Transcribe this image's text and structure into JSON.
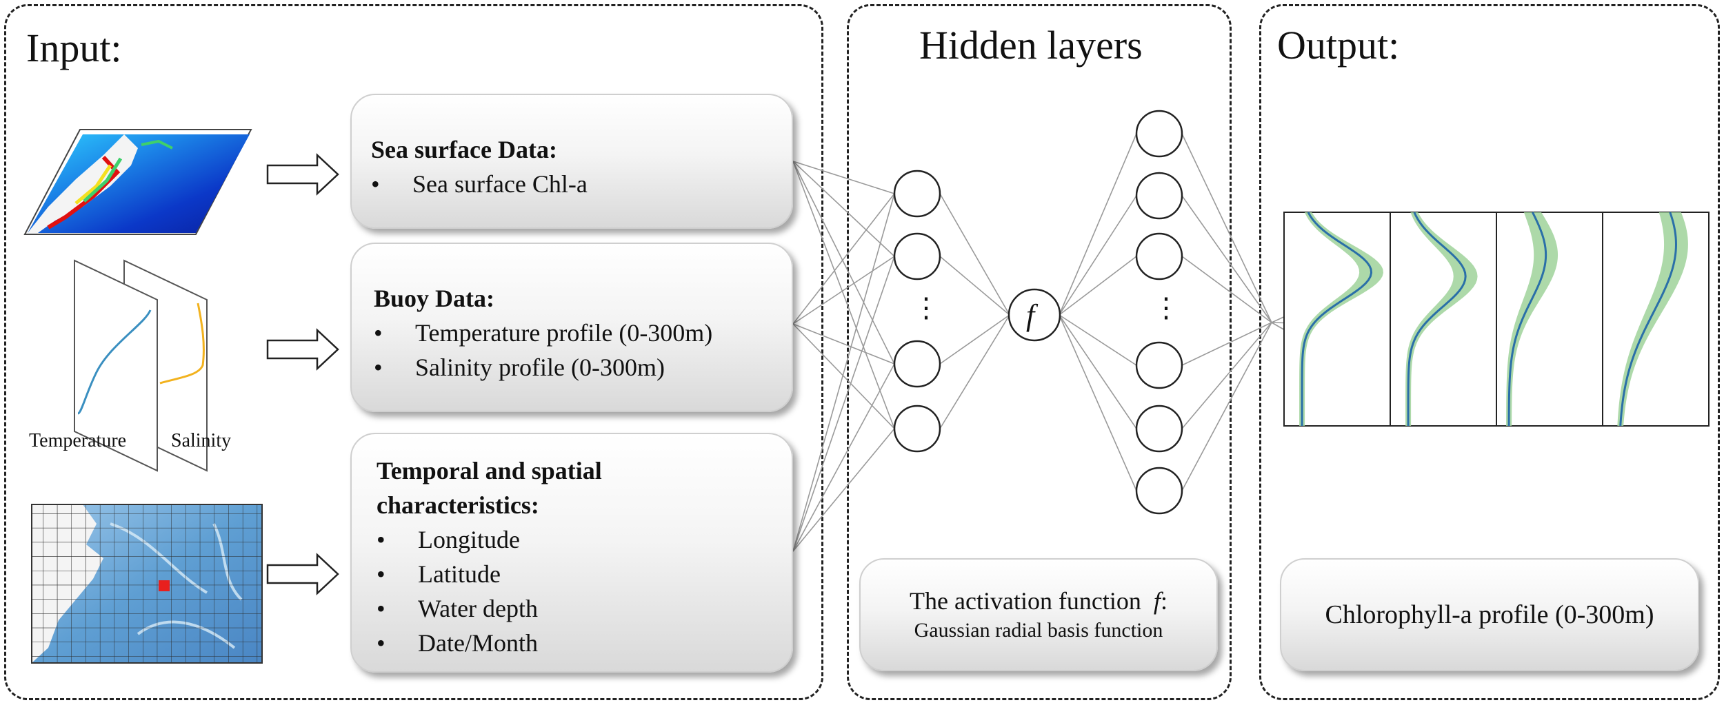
{
  "panels": {
    "input_title": "Input:",
    "hidden_title": "Hidden layers",
    "output_title": "Output:"
  },
  "sea_surface": {
    "heading": "Sea surface Data:",
    "items": [
      "Sea surface Chl-a"
    ]
  },
  "buoy": {
    "heading": "Buoy Data:",
    "items": [
      "Temperature profile (0-300m)",
      "Salinity profile (0-300m)"
    ]
  },
  "temporal": {
    "heading_line1": "Temporal and spatial",
    "heading_line2": "characteristics:",
    "items": [
      "Longitude",
      "Latitude",
      "Water depth",
      "Date/Month"
    ]
  },
  "profile_labels": {
    "temperature": "Temperature",
    "salinity": "Salinity"
  },
  "bullet": "•",
  "activation": {
    "line1": "The activation function",
    "symbol": "f",
    "colon": ":",
    "line2": "Gaussian radial basis function"
  },
  "hidden_ellipsis": "⋮",
  "output_box": "Chlorophyll-a profile (0-300m)",
  "colors": {
    "temperature_curve": "#3a8fc0",
    "salinity_curve": "#f2b21e",
    "profile_band": "#9fd29a",
    "profile_line": "#2a6fa8",
    "grid_cell_marker": "#e8201e"
  }
}
